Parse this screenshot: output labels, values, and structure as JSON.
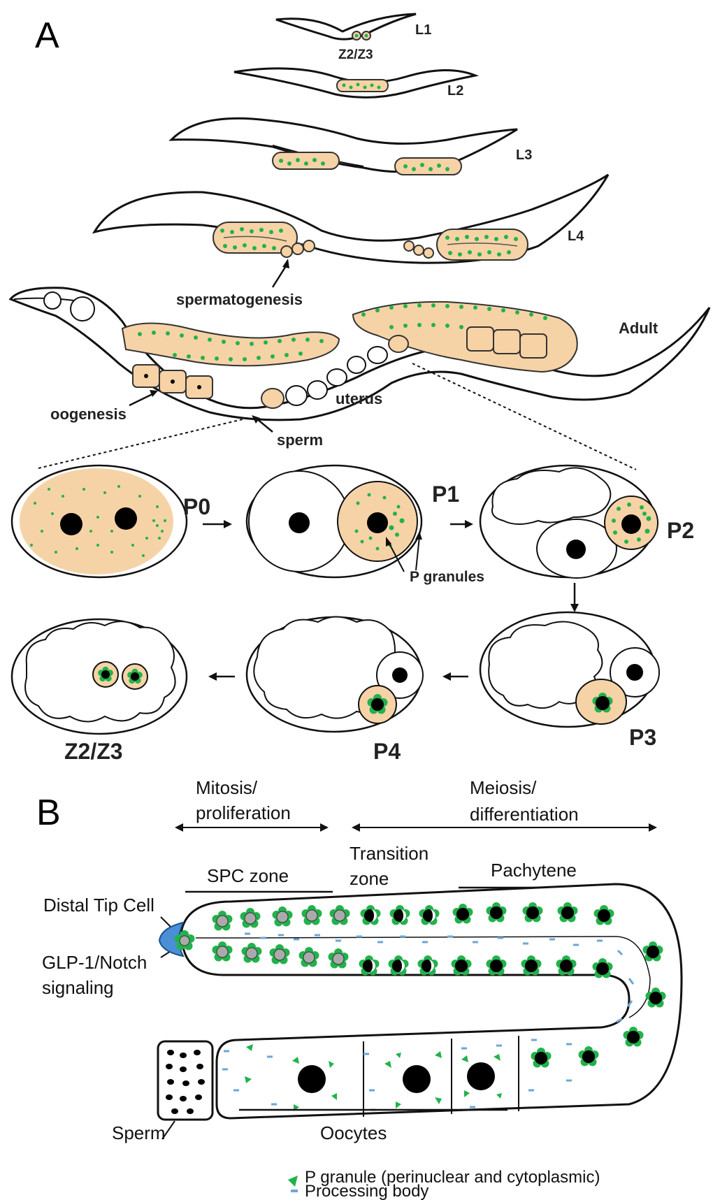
{
  "panel_a": {
    "letter": "A",
    "stages": {
      "l1": "L1",
      "l2": "L2",
      "l3": "L3",
      "l4": "L4",
      "adult": "Adult"
    },
    "labels": {
      "z2z3_top": "Z2/Z3",
      "spermatogenesis": "spermatogenesis",
      "oogenesis": "oogenesis",
      "sperm": "sperm",
      "uterus": "uterus",
      "p_granules": "P granules"
    },
    "embryo_stages": {
      "p0": "P0",
      "p1": "P1",
      "p2": "P2",
      "p3": "P3",
      "p4": "P4",
      "z2z3": "Z2/Z3"
    }
  },
  "panel_b": {
    "letter": "B",
    "mitosis": "Mitosis/\nproliferation",
    "mitosis_line1": "Mitosis/",
    "mitosis_line2": "proliferation",
    "meiosis_line1": "Meiosis/",
    "meiosis_line2": "differentiation",
    "spc_zone": "SPC zone",
    "transition_line1": "Transition",
    "transition_line2": "zone",
    "pachytene": "Pachytene",
    "distal_tip_cell": "Distal Tip Cell",
    "glp_line1": "GLP-1/Notch",
    "glp_line2": "signaling",
    "sperm": "Sperm",
    "oocytes": "Oocytes",
    "legend": {
      "p_granule": "P granule (perinuclear and cytoplasmic)",
      "processing_body": "Processing body"
    }
  },
  "colors": {
    "germline": "#f6d3a6",
    "p_granule": "#22b24c",
    "processing_body": "#6aa7d8",
    "distal_tip_cell": "#4a8fd6"
  }
}
